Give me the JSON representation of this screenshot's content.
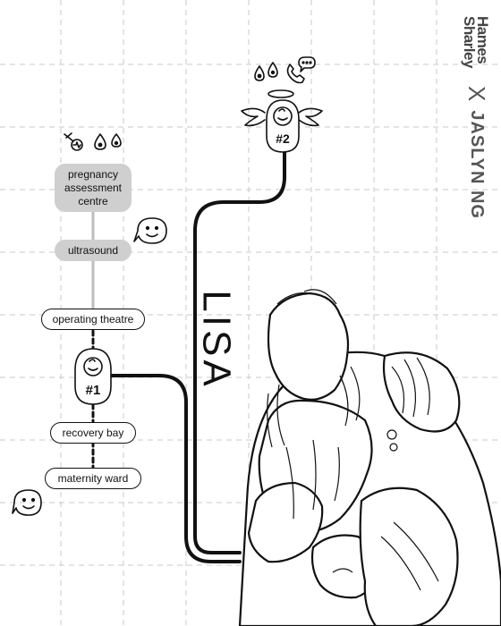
{
  "brand": {
    "partner_line1": "Hames",
    "partner_line2": "Sharley",
    "separator": "X",
    "artist": "JASLYN NG"
  },
  "patient_name": "LISA",
  "nodes": {
    "pregnancy_assessment_centre": "pregnancy assessment centre",
    "ultrasound": "ultrasound",
    "operating_theatre": "operating theatre",
    "recovery_bay": "recovery bay",
    "maternity_ward": "maternity ward"
  },
  "babies": [
    {
      "label": "#1"
    },
    {
      "label": "#2"
    }
  ],
  "icons": [
    "heart-rate-monitor-icon",
    "drop-icon",
    "phone-icon",
    "chat-bubble-icon",
    "smiley-icon",
    "angel-halo-icon",
    "angel-wings-icon"
  ],
  "colors": {
    "line": "#111111",
    "pill_fill": "#cfcfcf",
    "grid": "#c8c8c8",
    "brand_text": "#444444"
  }
}
